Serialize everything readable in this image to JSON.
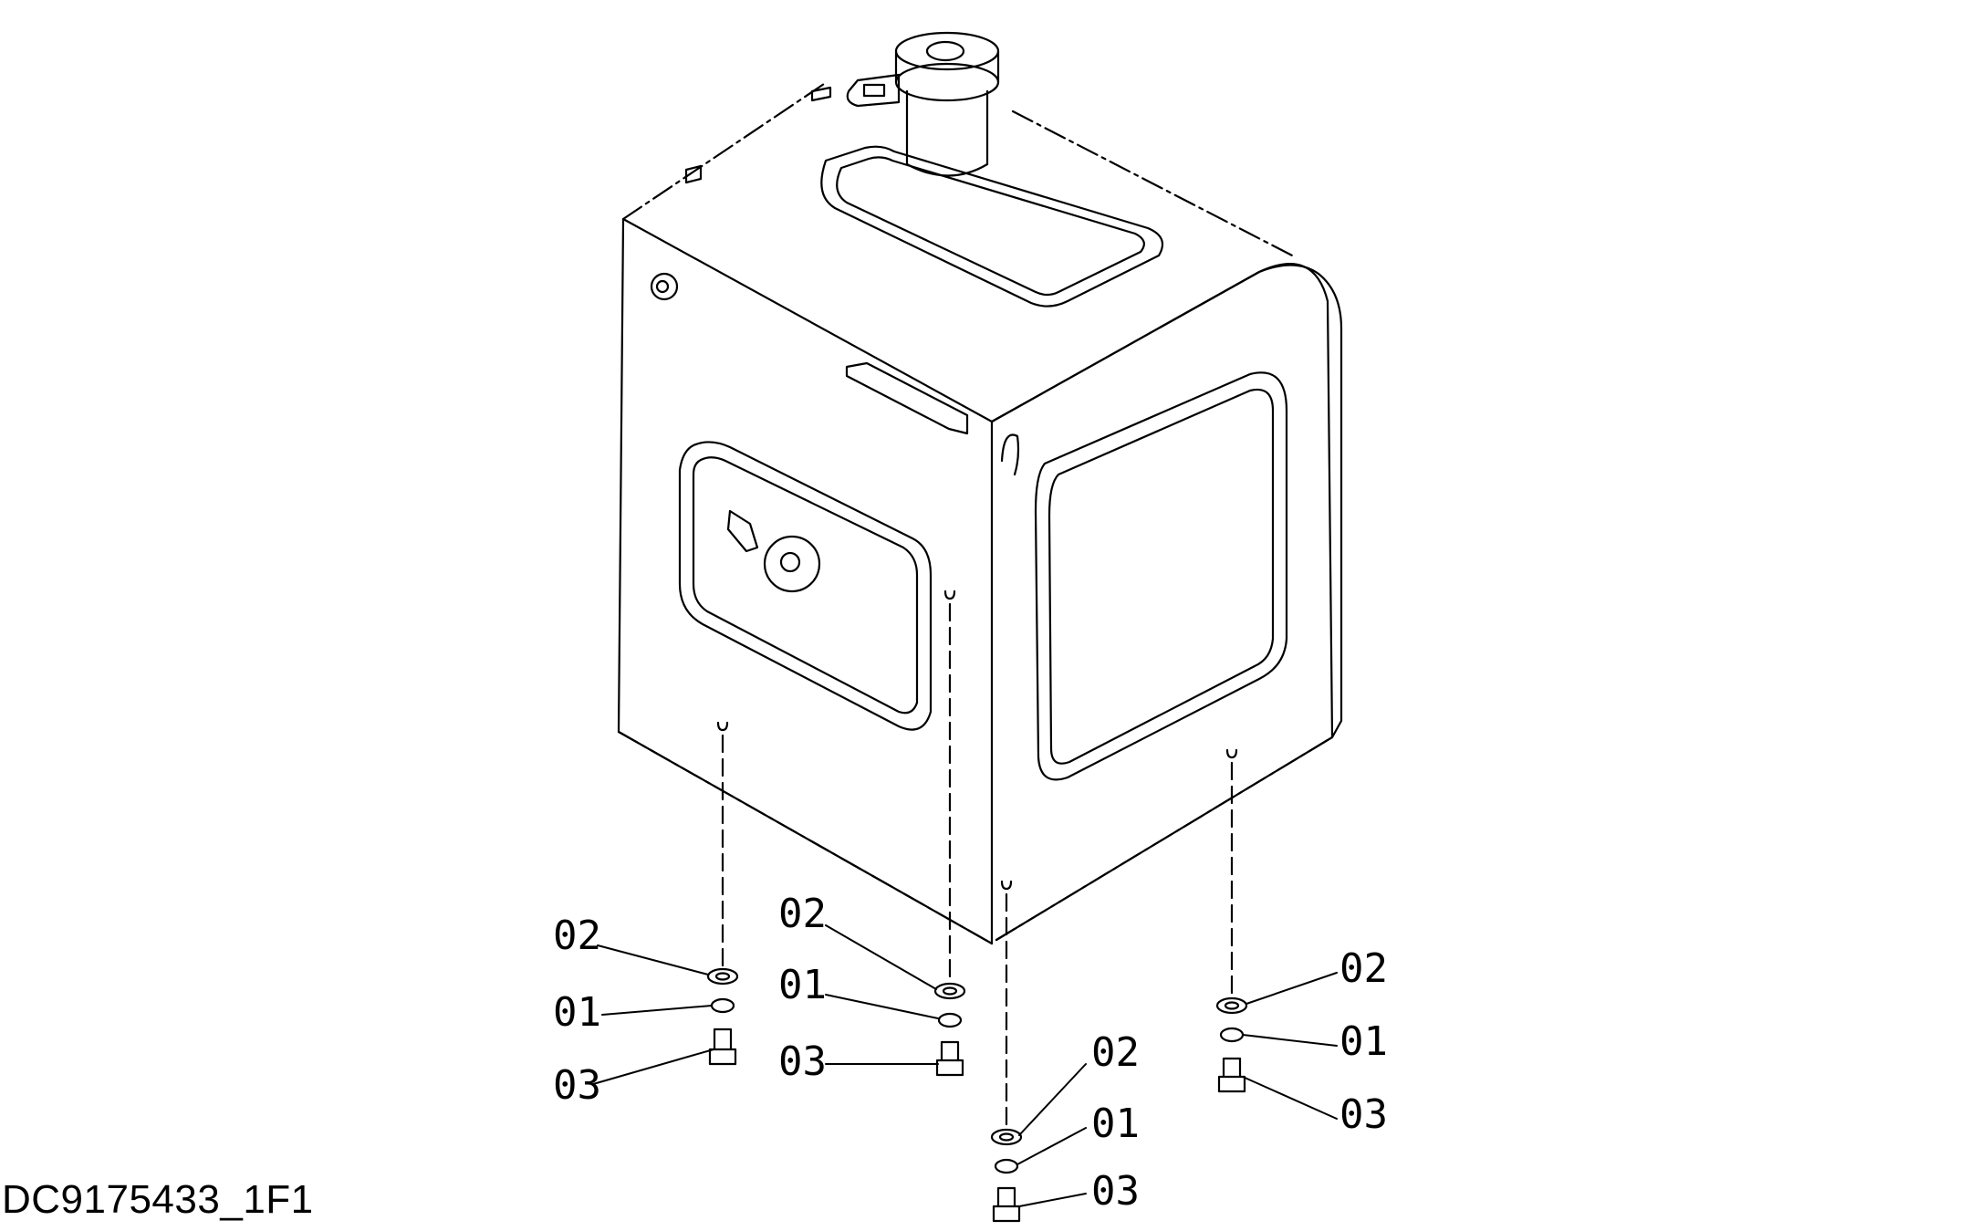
{
  "drawing": {
    "code": "DC9175433_1F1",
    "subject": "fuel-tank-assembly",
    "colors": {
      "line": "#000000",
      "background": "#ffffff"
    }
  },
  "callouts": [
    {
      "id": "a-02",
      "text": "02"
    },
    {
      "id": "a-01",
      "text": "01"
    },
    {
      "id": "a-03",
      "text": "03"
    },
    {
      "id": "b-02",
      "text": "02"
    },
    {
      "id": "b-01",
      "text": "01"
    },
    {
      "id": "b-03",
      "text": "03"
    },
    {
      "id": "c-02",
      "text": "02"
    },
    {
      "id": "c-01",
      "text": "01"
    },
    {
      "id": "c-03",
      "text": "03"
    },
    {
      "id": "d-02",
      "text": "02"
    },
    {
      "id": "d-01",
      "text": "01"
    },
    {
      "id": "d-03",
      "text": "03"
    }
  ]
}
